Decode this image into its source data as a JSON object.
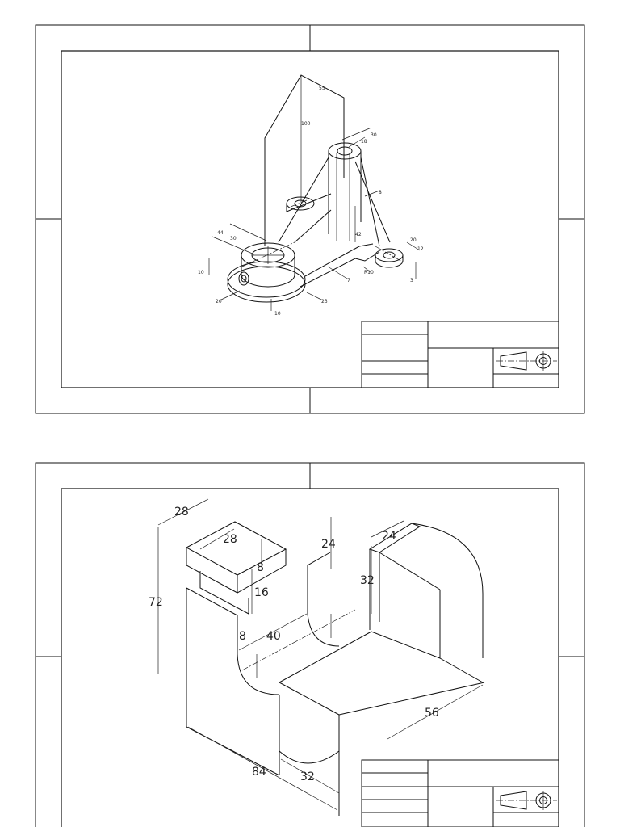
{
  "drawing1": {
    "dimensions": [
      "55",
      "100",
      "30",
      "18",
      "8",
      "42",
      "44",
      "30",
      "10",
      "20",
      "10",
      "23",
      "7",
      "R10",
      "20",
      "12",
      "3"
    ]
  },
  "drawing2": {
    "dimensions": [
      "28",
      "28",
      "8",
      "16",
      "8",
      "72",
      "24",
      "32",
      "24",
      "40",
      "56",
      "84",
      "32"
    ]
  }
}
